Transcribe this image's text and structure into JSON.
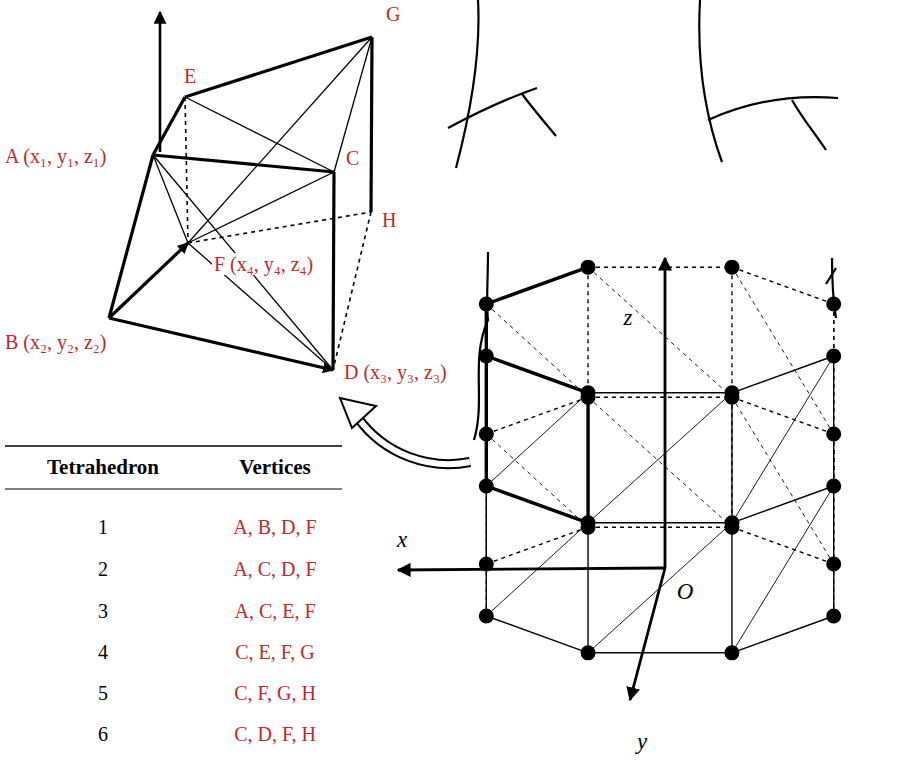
{
  "diagram": {
    "labels": [
      "E",
      "G",
      "A (x₁, y₁, z₁)",
      "C",
      "H",
      "F (x₄, y₄, z₄)",
      "B (x₂, y₂, z₂)",
      "D (x₃, y₃, z₃)",
      "z",
      "x",
      "O",
      "y",
      "Tetrahedron",
      "Vertices",
      "1",
      "A, B, D, F",
      "2",
      "A, C, D, F",
      "3",
      "A, C, E, F",
      "4",
      "C, E, F, G",
      "5",
      "C, F, G, H",
      "6",
      "C, D, F, H"
    ]
  }
}
